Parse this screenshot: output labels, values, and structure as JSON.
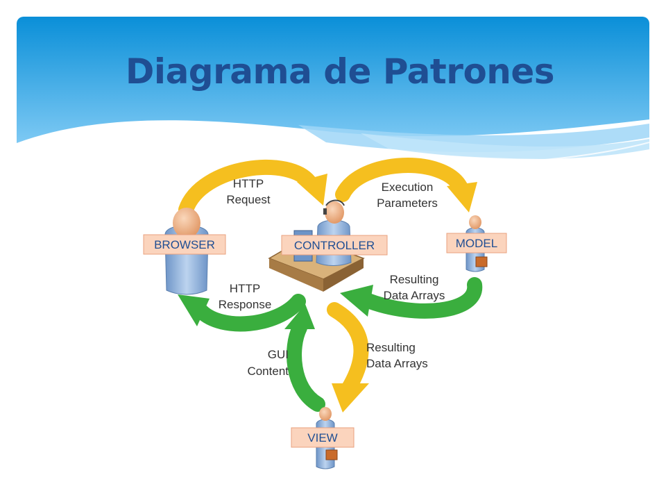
{
  "slide": {
    "title": "Diagrama de Patrones"
  },
  "diagram": {
    "nodes": {
      "browser": "BROWSER",
      "controller": "CONTROLLER",
      "model": "MODEL",
      "view": "VIEW"
    },
    "edges": {
      "http_request": [
        "HTTP",
        "Request"
      ],
      "execution_parameters": [
        "Execution",
        "Parameters"
      ],
      "resulting_data_arrays_model": [
        "Resulting",
        "Data Arrays"
      ],
      "http_response": [
        "HTTP",
        "Response"
      ],
      "resulting_data_arrays_view": [
        "Resulting",
        "Data Arrays"
      ],
      "gui_content": [
        "GUI",
        "Content"
      ]
    },
    "colors": {
      "request_arrow": "#f5bf1f",
      "response_arrow": "#3aae3e",
      "tag_fill": "#fbd4bd",
      "tag_stroke": "#e8a07e",
      "tag_text": "#1f4e93",
      "person_blue": "#8fb2dc",
      "person_head": "#f0b184",
      "header_top": "#0a8fd8",
      "header_bottom": "#8fd2f8"
    }
  }
}
